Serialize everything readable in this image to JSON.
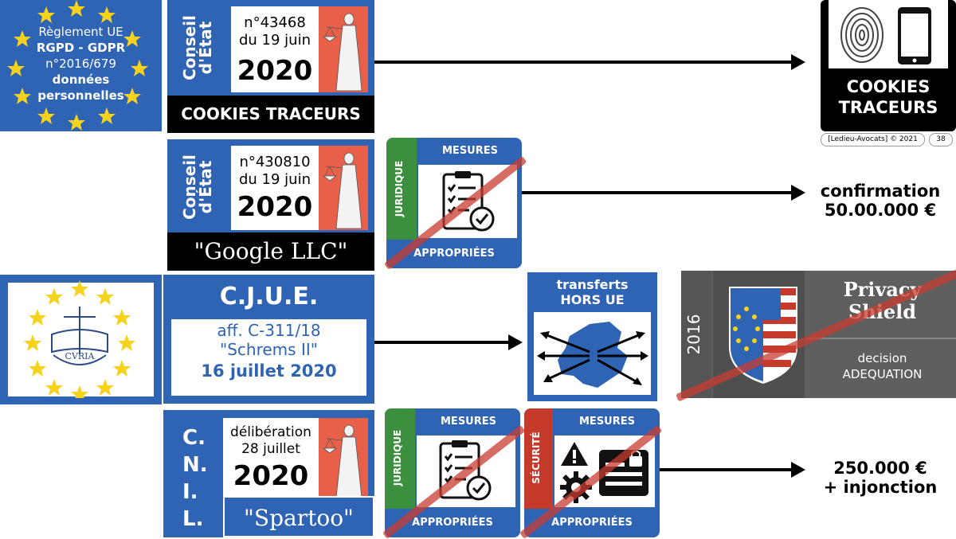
{
  "eu_reg": {
    "line1": "Règlement UE",
    "line2": "RGPD - GDPR",
    "line3": "n°2016/679",
    "line4": "données",
    "line5": "personnelles"
  },
  "ce1": {
    "side_label_1": "Conseil",
    "side_label_2": "d'État",
    "number": "n°43468",
    "date": "du 19 juin",
    "year": "2020",
    "footer": "COOKIES TRACEURS"
  },
  "cookies_box": {
    "label_1": "COOKIES",
    "label_2": "TRACEURS",
    "credit": "[Ledieu-Avocats] © 2021",
    "page": "38"
  },
  "ce2": {
    "side_label_1": "Conseil",
    "side_label_2": "d'État",
    "number": "n°430810",
    "date": "du 19 juin",
    "year": "2020",
    "footer": "\"Google LLC\""
  },
  "mesures1": {
    "side": "JURIDIQUE",
    "top": "MESURES",
    "bottom": "APPROPRIÉES"
  },
  "result1": {
    "line1": "confirmation",
    "line2": "50.00.000 €"
  },
  "cjue": {
    "logo_text": "CVRIA",
    "title": "C.J.U.E.",
    "case": "aff. C-311/18",
    "name": "\"Schrems II\"",
    "date": "16 juillet 2020"
  },
  "transferts": {
    "line1": "transferts",
    "line2": "HORS UE"
  },
  "privacy": {
    "year": "2016",
    "title_1": "Privacy",
    "title_2": "Shield",
    "sub_1": "decision",
    "sub_2": "ADEQUATION"
  },
  "cnil": {
    "side_letters": [
      "C.",
      "N.",
      "I.",
      "L."
    ],
    "line1": "délibération",
    "line2": "28 juillet",
    "year": "2020",
    "footer": "\"Spartoo\""
  },
  "mesures2": {
    "side": "JURIDIQUE",
    "top": "MESURES",
    "bottom": "APPROPRIÉES"
  },
  "mesures3": {
    "side": "SÉCURITÉ",
    "top": "MESURES",
    "bottom": "APPROPRIÉES"
  },
  "result2": {
    "line1": "250.000 €",
    "line2": "+ injonction"
  },
  "colors": {
    "blue": "#2f63b3",
    "green": "#3c8f3e",
    "red": "#c63a2b",
    "grey": "#5f5f5f",
    "orange_red": "#e8604a"
  }
}
